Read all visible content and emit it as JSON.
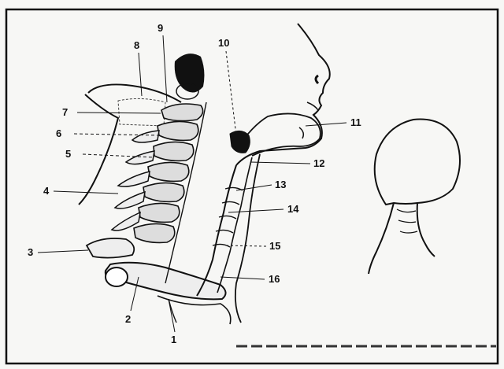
{
  "labels": {
    "l1": "1",
    "l2": "2",
    "l3": "3",
    "l4": "4",
    "l5": "5",
    "l6": "6",
    "l7": "7",
    "l8": "8",
    "l9": "9",
    "l10": "10",
    "l11": "11",
    "l12": "12",
    "l13": "13",
    "l14": "14",
    "l15": "15",
    "l16": "16"
  },
  "colors": {
    "ink": "#111111",
    "paper": "#f7f7f5"
  }
}
